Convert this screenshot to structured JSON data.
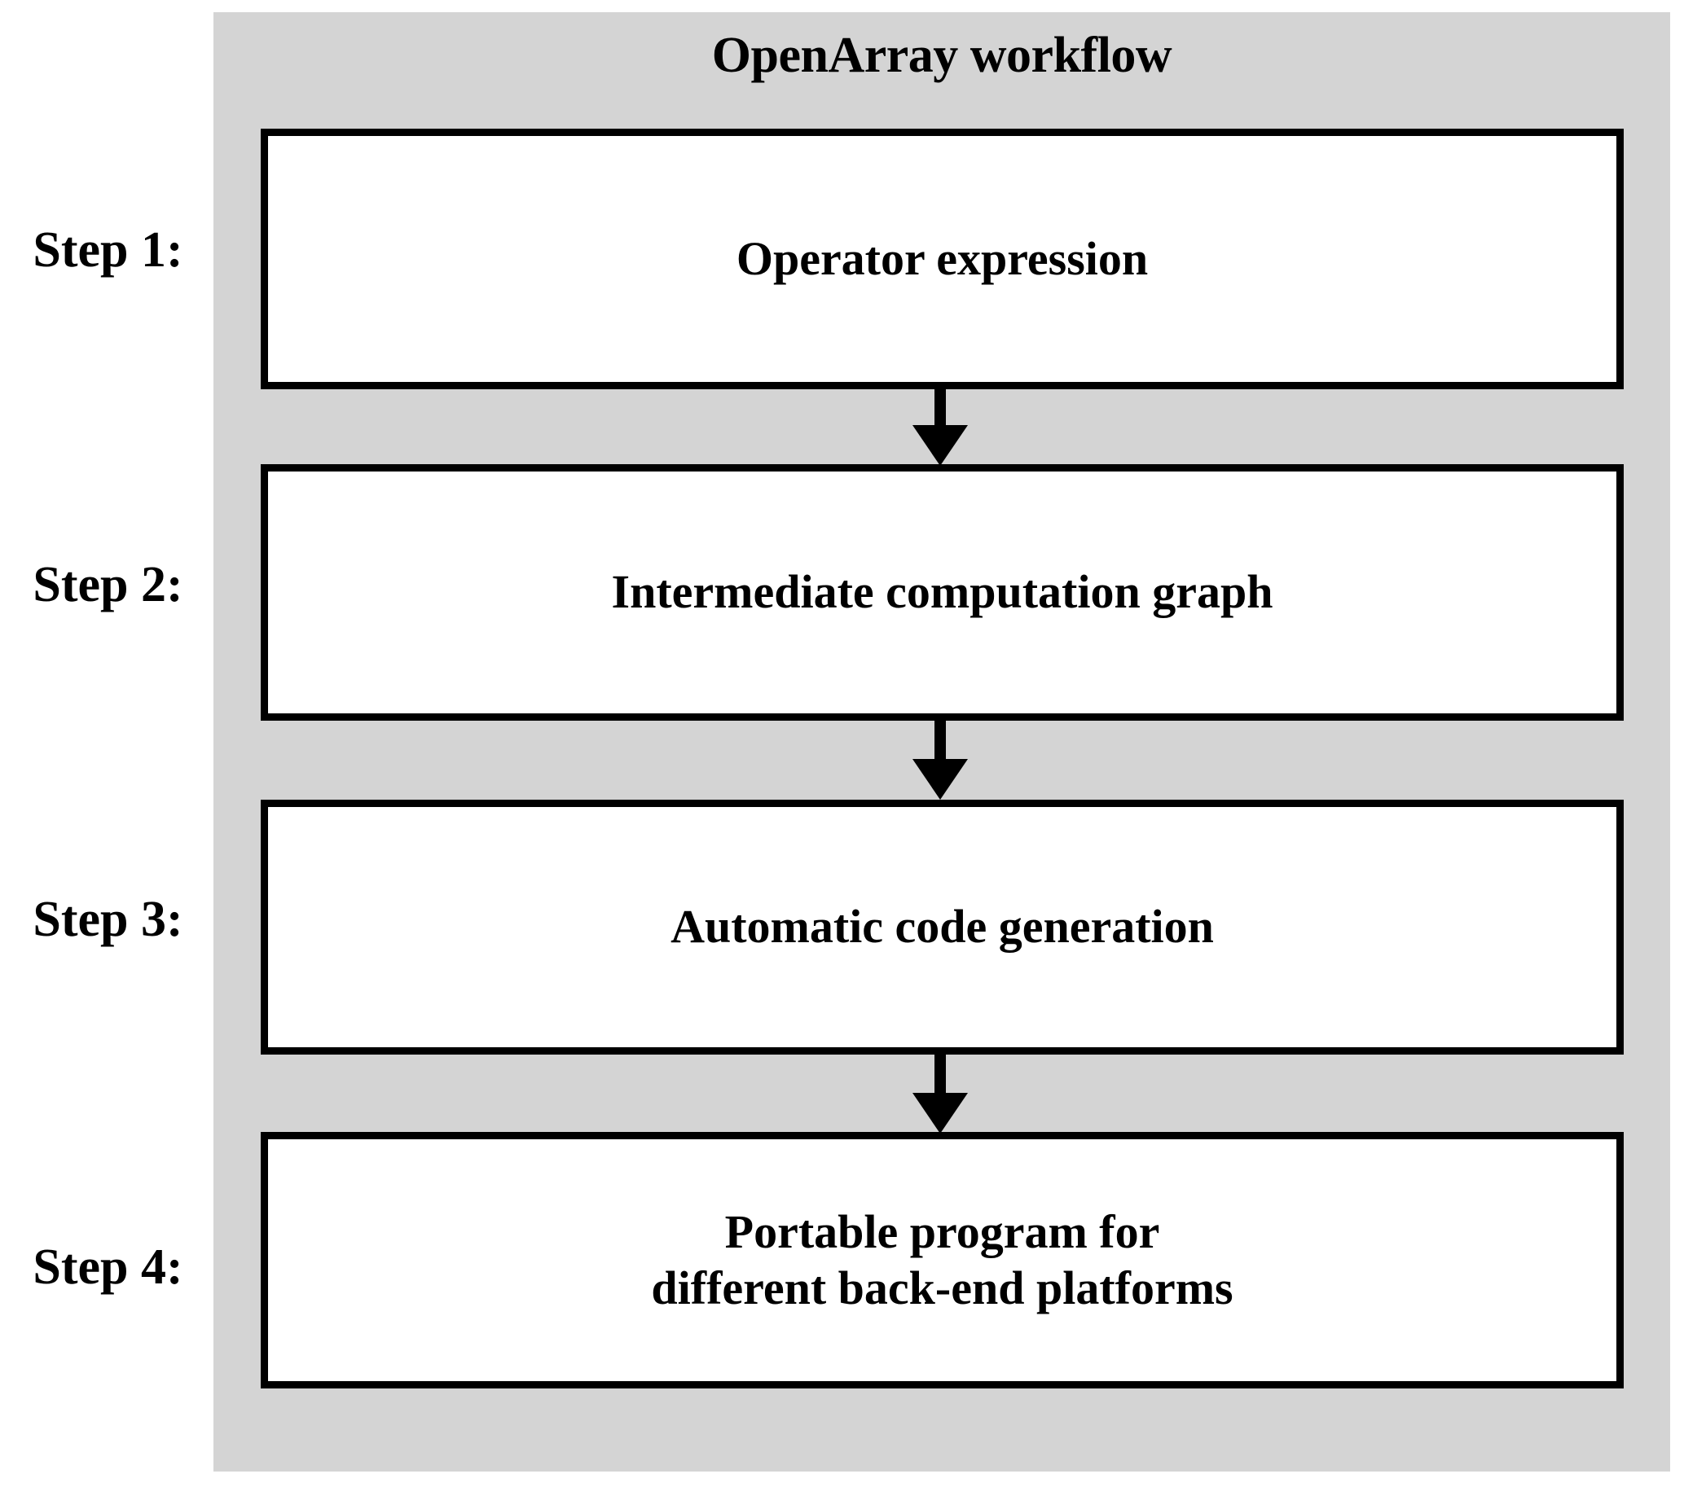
{
  "figure": {
    "title": "OpenArray workflow",
    "background_color": "#d4d4d4",
    "box_fill_color": "#ffffff",
    "line_color": "#000000"
  },
  "steps": [
    {
      "label": "Step 1:",
      "box_lines": [
        "Operator expression"
      ]
    },
    {
      "label": "Step 2:",
      "box_lines": [
        "Intermediate computation graph"
      ]
    },
    {
      "label": "Step 3:",
      "box_lines": [
        "Automatic code generation"
      ]
    },
    {
      "label": "Step 4:",
      "box_lines": [
        "Portable program for",
        "different back-end platforms"
      ]
    }
  ],
  "connectors": [
    {
      "from": "Step 1:",
      "to": "Step 2:",
      "kind": "down-arrow"
    },
    {
      "from": "Step 2:",
      "to": "Step 3:",
      "kind": "down-arrow"
    },
    {
      "from": "Step 3:",
      "to": "Step 4:",
      "kind": "down-arrow"
    }
  ]
}
